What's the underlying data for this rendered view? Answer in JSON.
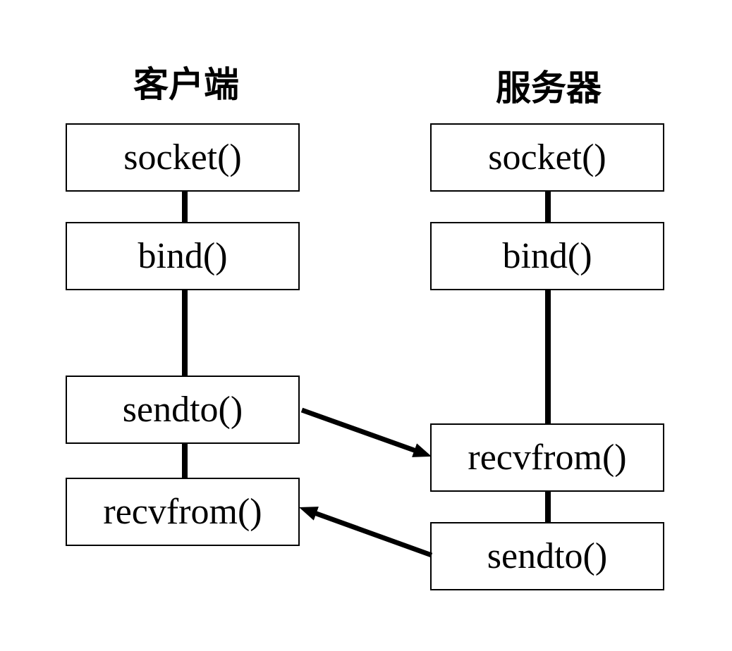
{
  "diagram": {
    "title_semantics": "UDP socket API call flow",
    "colors": {
      "background": "#ffffff",
      "line": "#000000",
      "box_fill": "#ffffff",
      "text": "#000000"
    },
    "client": {
      "title": "客户端",
      "boxes": [
        {
          "label": "socket()"
        },
        {
          "label": "bind()"
        },
        {
          "label": "sendto()"
        },
        {
          "label": "recvfrom()"
        }
      ]
    },
    "server": {
      "title": "服务器",
      "boxes": [
        {
          "label": "socket()"
        },
        {
          "label": "bind()"
        },
        {
          "label": "recvfrom()"
        },
        {
          "label": "sendto()"
        }
      ]
    },
    "arrows": [
      {
        "from": "client sendto()",
        "to": "server recvfrom()"
      },
      {
        "from": "server sendto()",
        "to": "client recvfrom()"
      }
    ]
  }
}
